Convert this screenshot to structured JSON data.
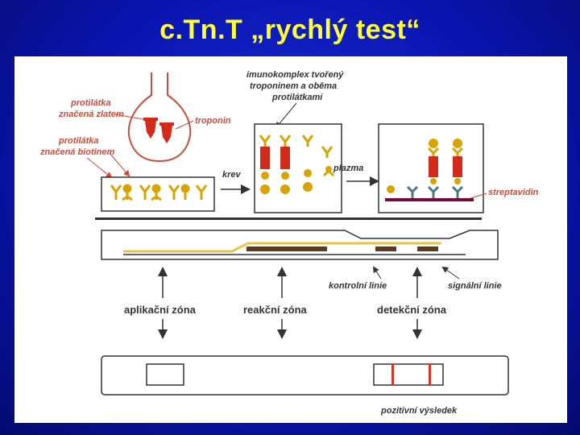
{
  "title": "c.Tn.T  „rychlý test“",
  "labels": {
    "protilatka_zlato_1": "protilátka",
    "protilatka_zlato_2": "značená zlatem",
    "protilatka_biotin_1": "protilátka",
    "protilatka_biotin_2": "značená biotinem",
    "troponin": "troponin",
    "imuno_1": "imunokomplex tvořený",
    "imuno_2": "troponinem a oběma",
    "imuno_3": "protilátkami",
    "krev": "krev",
    "plazma": "plazma",
    "streptavidin": "streptavidin",
    "kontrolni_linie": "kontrolní linie",
    "signalni_linie": "signální linie",
    "aplikacni_zona": "aplikační zóna",
    "reakcni_zona": "reakční zóna",
    "detekcni_zona": "detekční zóna",
    "pozitivni_vysledek": "pozitivní výsledek"
  },
  "colors": {
    "background": "#0a14b0",
    "title": "#ffff33",
    "label_red": "#d04a3a",
    "antibody_gold": "#d9a400",
    "troponin_red": "#d42a1a",
    "line_dark": "#5a3a20",
    "result_line": "#e03020"
  }
}
